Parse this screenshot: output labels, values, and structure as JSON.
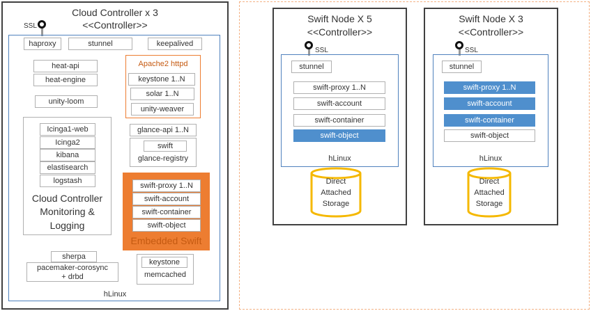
{
  "cloud_controller": {
    "title": "Cloud Controller  x 3",
    "subtitle": "<<Controller>>",
    "ssl": "SSL",
    "haproxy": "haproxy",
    "stunnel": "stunnel",
    "keepalived": "keepalived",
    "heat_api": "heat-api",
    "heat_engine": "heat-engine",
    "unity_loom": "unity-loom",
    "apache": {
      "title": "Apache2 httpd",
      "keystone": "keystone 1..N",
      "solar": "solar 1..N",
      "unity_weaver": "unity-weaver"
    },
    "glance_api": "glance-api 1..N",
    "glance_group": {
      "swift": "swift",
      "registry": "glance-registry"
    },
    "monitoring": {
      "items": [
        "Icinga1-web",
        "Icinga2",
        "kibana",
        "elastisearch",
        "logstash"
      ],
      "label_line1": "Cloud Controller",
      "label_line2": "Monitoring &",
      "label_line3": "Logging"
    },
    "embedded_swift": {
      "items": [
        "swift-proxy 1..N",
        "swift-account",
        "swift-container",
        "swift-object"
      ],
      "label": "Embedded Swift"
    },
    "sherpa": "sherpa",
    "pacemaker_line1": "pacemaker-corosync",
    "pacemaker_line2": "+ drbd",
    "keystone_group": {
      "keystone": "keystone",
      "memcached": "memcached"
    },
    "os": "hLinux"
  },
  "swift_node_5": {
    "title": "Swift Node X 5",
    "subtitle": "<<Controller>>",
    "ssl": "SSL",
    "stunnel": "stunnel",
    "items": [
      "swift-proxy 1..N",
      "swift-account",
      "swift-container",
      "swift-object"
    ],
    "os": "hLinux",
    "storage_line1": "Direct",
    "storage_line2": "Attached",
    "storage_line3": "Storage"
  },
  "swift_node_3": {
    "title": "Swift Node X 3",
    "subtitle": "<<Controller>>",
    "ssl": "SSL",
    "stunnel": "stunnel",
    "items": [
      "swift-proxy 1..N",
      "swift-account",
      "swift-container",
      "swift-object"
    ],
    "os": "hLinux",
    "storage_line1": "Direct",
    "storage_line2": "Attached",
    "storage_line3": "Storage"
  },
  "colors": {
    "border_dark": "#404040",
    "inner_blue": "#4f81bd",
    "highlight_blue": "#4f8fcd",
    "embedded_orange": "#ed7d31",
    "apache_orange": "#ed7d31",
    "storage_gold": "#f5b800",
    "dashed_orange": "#f4b183"
  }
}
